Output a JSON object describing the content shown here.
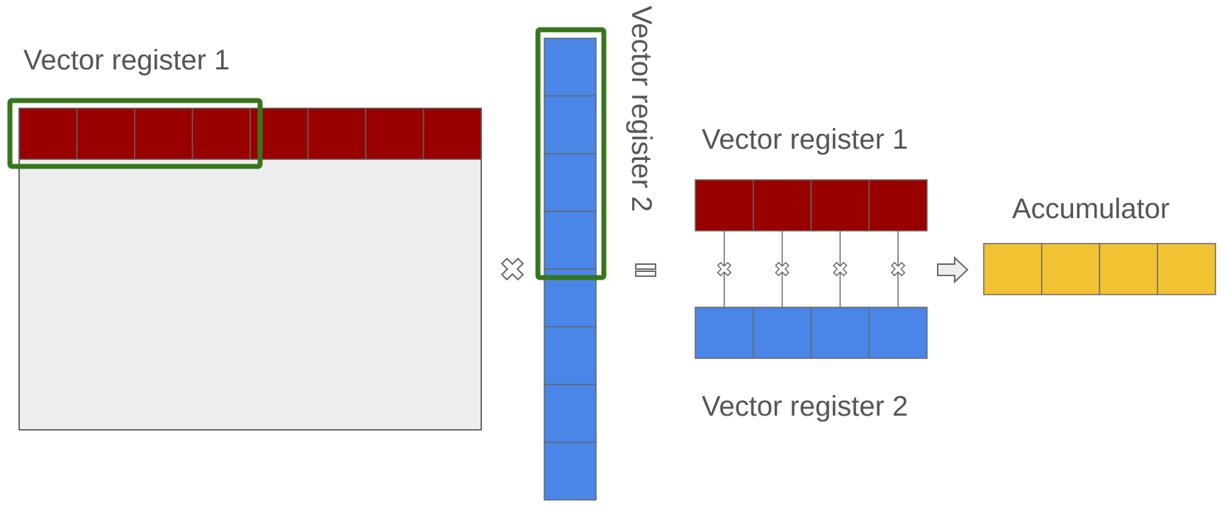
{
  "labels": {
    "matrix_row_register": "Vector register 1",
    "column_register": "Vector register 2",
    "detail_register_1": "Vector register 1",
    "detail_register_2": "Vector register 2",
    "accumulator": "Accumulator"
  },
  "operators": {
    "multiply_icon": "multiply-icon",
    "equals_icon": "equals-icon",
    "arrow_icon": "arrow-right-icon"
  },
  "structure": {
    "matrix_row_cells": 8,
    "column_vector_cells": 8,
    "highlighted_cells": 4,
    "lane_count": 4,
    "accumulator_cells": 4
  },
  "colors": {
    "red_cell": "#990000",
    "blue_cell": "#4a86e8",
    "yellow_cell": "#f1c232",
    "matrix_fill": "#eeeeee",
    "highlight": "#38761d",
    "outline": "#666666",
    "text": "#555555"
  }
}
